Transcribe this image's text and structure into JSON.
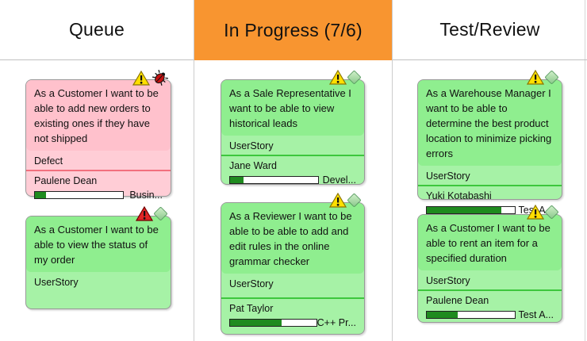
{
  "board": {
    "colors": {
      "highlight_orange": "#F89530",
      "card_green": "#8FEE8F",
      "card_pink": "#FFC1CC",
      "progress_fill": "#1F8B1F"
    },
    "columns": [
      {
        "title": "Queue",
        "highlighted": false,
        "cards": [
          {
            "description": "As a Customer I want to be able to add new orders to existing ones if they have not shipped",
            "type": "Defect",
            "color": "pink",
            "icons": [
              "warning-yellow-icon",
              "bug-icon"
            ],
            "assignee": "Paulene Dean",
            "progress_label": "Busin...",
            "progress_width": "13%"
          },
          {
            "description": "As a Customer I want to be able to view the status of my order",
            "type": "UserStory",
            "color": "green",
            "icons": [
              "warning-red-icon",
              "tag-diamond-icon"
            ]
          }
        ]
      },
      {
        "title": "In Progress (7/6)",
        "highlighted": true,
        "cards": [
          {
            "description": "As a Sale Representative I want to be able to view historical leads",
            "type": "UserStory",
            "color": "green",
            "icons": [
              "warning-yellow-icon",
              "tag-diamond-icon"
            ],
            "assignee": "Jane Ward",
            "progress_label": "Devel...",
            "progress_width": "15%"
          },
          {
            "description": "As a Reviewer I want to be able to be able to add and edit rules in the online grammar checker",
            "type": "UserStory",
            "color": "green",
            "icons": [
              "warning-yellow-icon",
              "tag-diamond-icon"
            ],
            "assignee": "Pat Taylor",
            "progress_label": "C++ Pr...",
            "progress_width": "60%"
          }
        ]
      },
      {
        "title": "Test/Review",
        "highlighted": false,
        "cards": [
          {
            "description": "As a Warehouse Manager I want to be able to determine the best product location to minimize picking errors",
            "type": "UserStory",
            "color": "green",
            "icons": [
              "warning-yellow-icon",
              "tag-diamond-icon"
            ],
            "assignee": "Yuki Kotabashi",
            "progress_label": "Test A...",
            "progress_width": "85%"
          },
          {
            "description": "As a Customer I want to be able to rent an item for a specified duration",
            "type": "UserStory",
            "color": "green",
            "icons": [
              "warning-yellow-icon",
              "tag-diamond-icon"
            ],
            "assignee": "Paulene Dean",
            "progress_label": "Test A...",
            "progress_width": "35%"
          }
        ]
      }
    ]
  }
}
